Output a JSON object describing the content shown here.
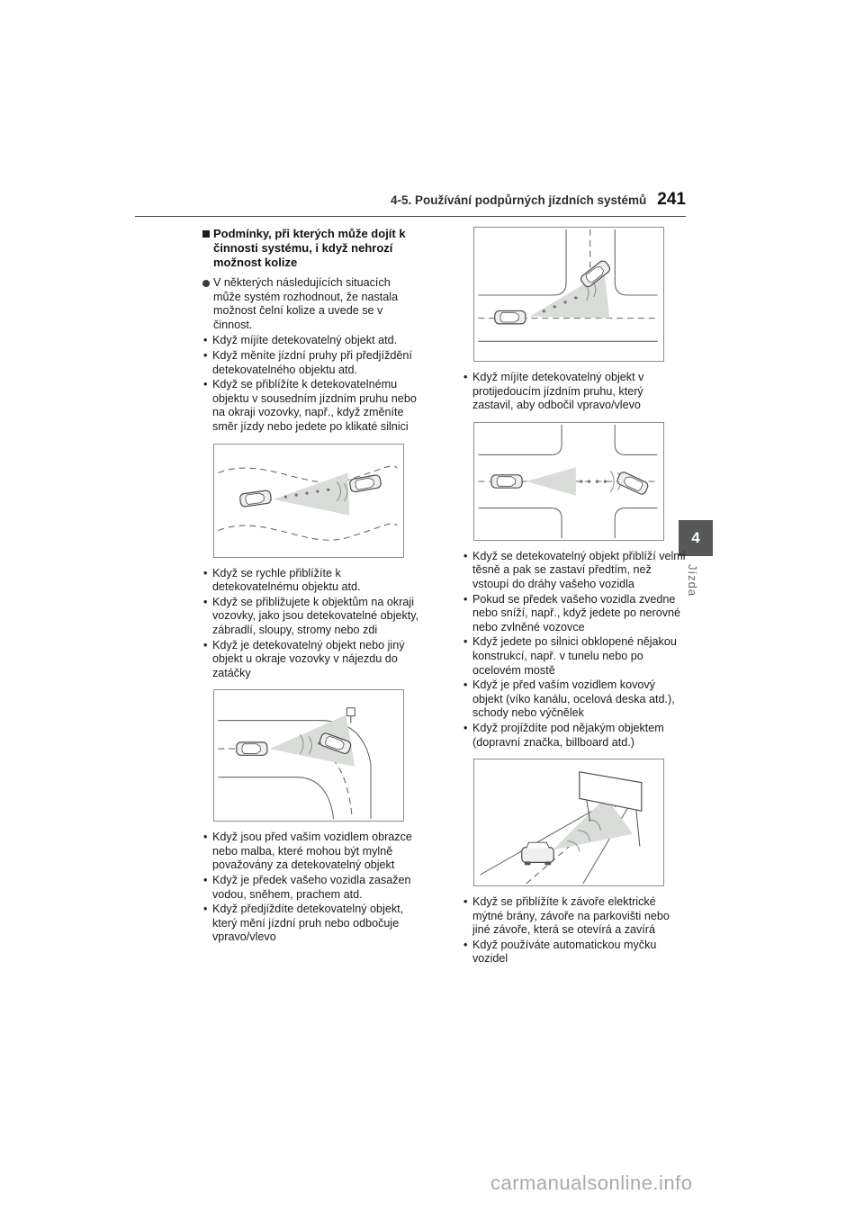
{
  "header": {
    "section_title": "4-5. Používání podpůrných jízdních systémů",
    "page_number": "241"
  },
  "side_tab": {
    "chapter": "4",
    "label": "Jízda"
  },
  "left": {
    "heading": "Podmínky, při kterých může dojít k činnosti systému, i když nehrozí možnost kolize",
    "intro": "V některých následujících situacích může systém rozhodnout, že nastala možnost čelní kolize a uvede se v činnost.",
    "b1": [
      "Když míjíte detekovatelný objekt atd.",
      "Když měníte jízdní pruhy při předjíždění detekovatelného objektu atd.",
      "Když se přiblížíte k detekovatelnému objektu v sousedním jízdním pruhu nebo na okraji vozovky, např., když změníte směr jízdy nebo jedete po klikaté silnici"
    ],
    "b2": [
      "Když se rychle přiblížíte k detekovatelnému objektu atd.",
      "Když se přibližujete k objektům na okraji vozovky, jako jsou detekovatelné objekty, zábradlí, sloupy, stromy nebo zdi",
      "Když je detekovatelný objekt nebo jiný objekt u okraje vozovky v nájezdu do zatáčky"
    ],
    "b3": [
      "Když jsou před vaším vozidlem obrazce nebo malba, které mohou být mylně považovány za detekovatelný objekt",
      "Když je předek vašeho vozidla zasažen vodou, sněhem, prachem atd.",
      "Když předjíždíte detekovatelný objekt, který mění jízdní pruh nebo odbočuje vpravo/vlevo"
    ]
  },
  "right": {
    "b1": [
      "Když míjíte detekovatelný objekt v protijedoucím jízdním pruhu, který zastavil, aby odbočil vpravo/vlevo"
    ],
    "b2": [
      "Když se detekovatelný objekt přiblíží velmi těsně a pak se zastaví předtím, než vstoupí do dráhy vašeho vozidla",
      "Pokud se předek vašeho vozidla zvedne nebo sníží, např., když jedete po nerovné nebo zvlněné vozovce",
      "Když jedete po silnici obklopené nějakou konstrukcí, např. v tunelu nebo po ocelovém mostě",
      "Když je před vaším vozidlem kovový objekt (víko kanálu, ocelová deska atd.), schody nebo výčnělek",
      "Když projíždíte pod nějakým objektem (dopravní značka, billboard atd.)"
    ],
    "b3": [
      "Když se přiblížíte k závoře elektrické mýtné brány, závoře na parkovišti nebo jiné závoře, která se otevírá a zavírá",
      "Když používáte automatickou myčku vozidel"
    ]
  },
  "watermark": "carmanualsonline.info"
}
